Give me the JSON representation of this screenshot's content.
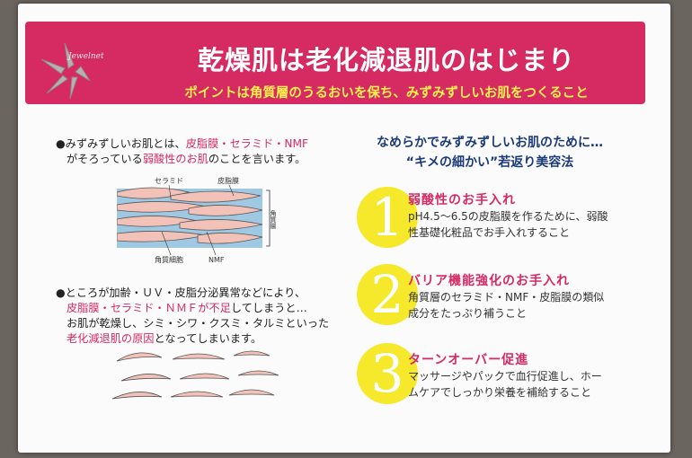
{
  "header": {
    "title": "乾燥肌は老化減退肌のはじまり",
    "subtitle": "ポイントは角質層のうるおいを保ち、みずみずしいお肌をつくること",
    "logo_text": "Jewelnet"
  },
  "left": {
    "para1": {
      "line1_prefix": "●みずみずしいお肌とは、",
      "line1_hl": "皮脂膜・セラミド・NMF",
      "line2_prefix": "がそろっている",
      "line2_hl": "弱酸性のお肌",
      "line2_suffix": "のことを言います。"
    },
    "diagram_labels": {
      "ceramide": "セラミド",
      "sebum": "皮脂膜",
      "stratum": "角質層",
      "corneocyte": "角質細胞",
      "nmf": "NMF"
    },
    "para2": {
      "line1": "●ところが加齢・ＵＶ・皮脂分泌異常などにより、",
      "line2_hl": "皮脂膜・セラミド・ＮＭＦが不足",
      "line2_suffix": "してしまうと…",
      "line3": "お肌が乾燥し、シミ・シワ・クスミ・タルミといった",
      "line4_hl": "老化減退肌の原因",
      "line4_suffix": "となってしまいます。"
    }
  },
  "right": {
    "heading_line1": "なめらかでみずみずしいお肌のために…",
    "heading_line2": "“キメの細かい”若返り美容法",
    "steps": [
      {
        "num": "1",
        "title": "弱酸性のお手入れ",
        "desc1": "pH4.5～6.5の皮脂膜を作るために、弱酸",
        "desc2": "性基礎化粧品でお手入れすること"
      },
      {
        "num": "2",
        "title": "バリア機能強化のお手入れ",
        "desc1": "角質層のセラミド・NMF・皮脂膜の類似",
        "desc2": "成分をたっぷり補うこと"
      },
      {
        "num": "3",
        "title": "ターンオーバー促進",
        "desc1": "マッサージやパックで血行促進し、ホー",
        "desc2": "ムケアでしっかり栄養を補給すること"
      }
    ]
  },
  "colors": {
    "banner": "#d62a63",
    "accent_text": "#fff24d",
    "number_circle": "#f6e92b",
    "heading_blue": "#1a3b78"
  }
}
